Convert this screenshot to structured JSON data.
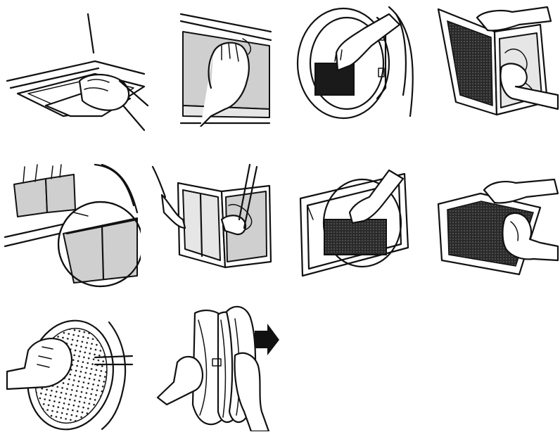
{
  "figure": {
    "steps": [
      {
        "id": "step-1",
        "icon": "lint-filter-lid-open-illustration"
      },
      {
        "id": "step-2",
        "icon": "lint-filter-pull-out-illustration"
      },
      {
        "id": "step-3",
        "icon": "door-filter-remove-illustration"
      },
      {
        "id": "step-4",
        "icon": "filter-open-clean-illustration"
      },
      {
        "id": "step-5",
        "icon": "filter-detail-zoom-illustration"
      },
      {
        "id": "step-6",
        "icon": "filter-unfold-illustration"
      },
      {
        "id": "step-7",
        "icon": "door-filter-insert-illustration"
      },
      {
        "id": "step-8",
        "icon": "mesh-filter-wipe-illustration"
      },
      {
        "id": "step-9",
        "icon": "round-filter-wipe-illustration"
      },
      {
        "id": "step-10",
        "icon": "round-filter-separate-illustration"
      }
    ],
    "colors": {
      "line": "#111111",
      "grey": "#cfcfcf",
      "dark": "#1a1a1a",
      "background": "#ffffff"
    }
  }
}
